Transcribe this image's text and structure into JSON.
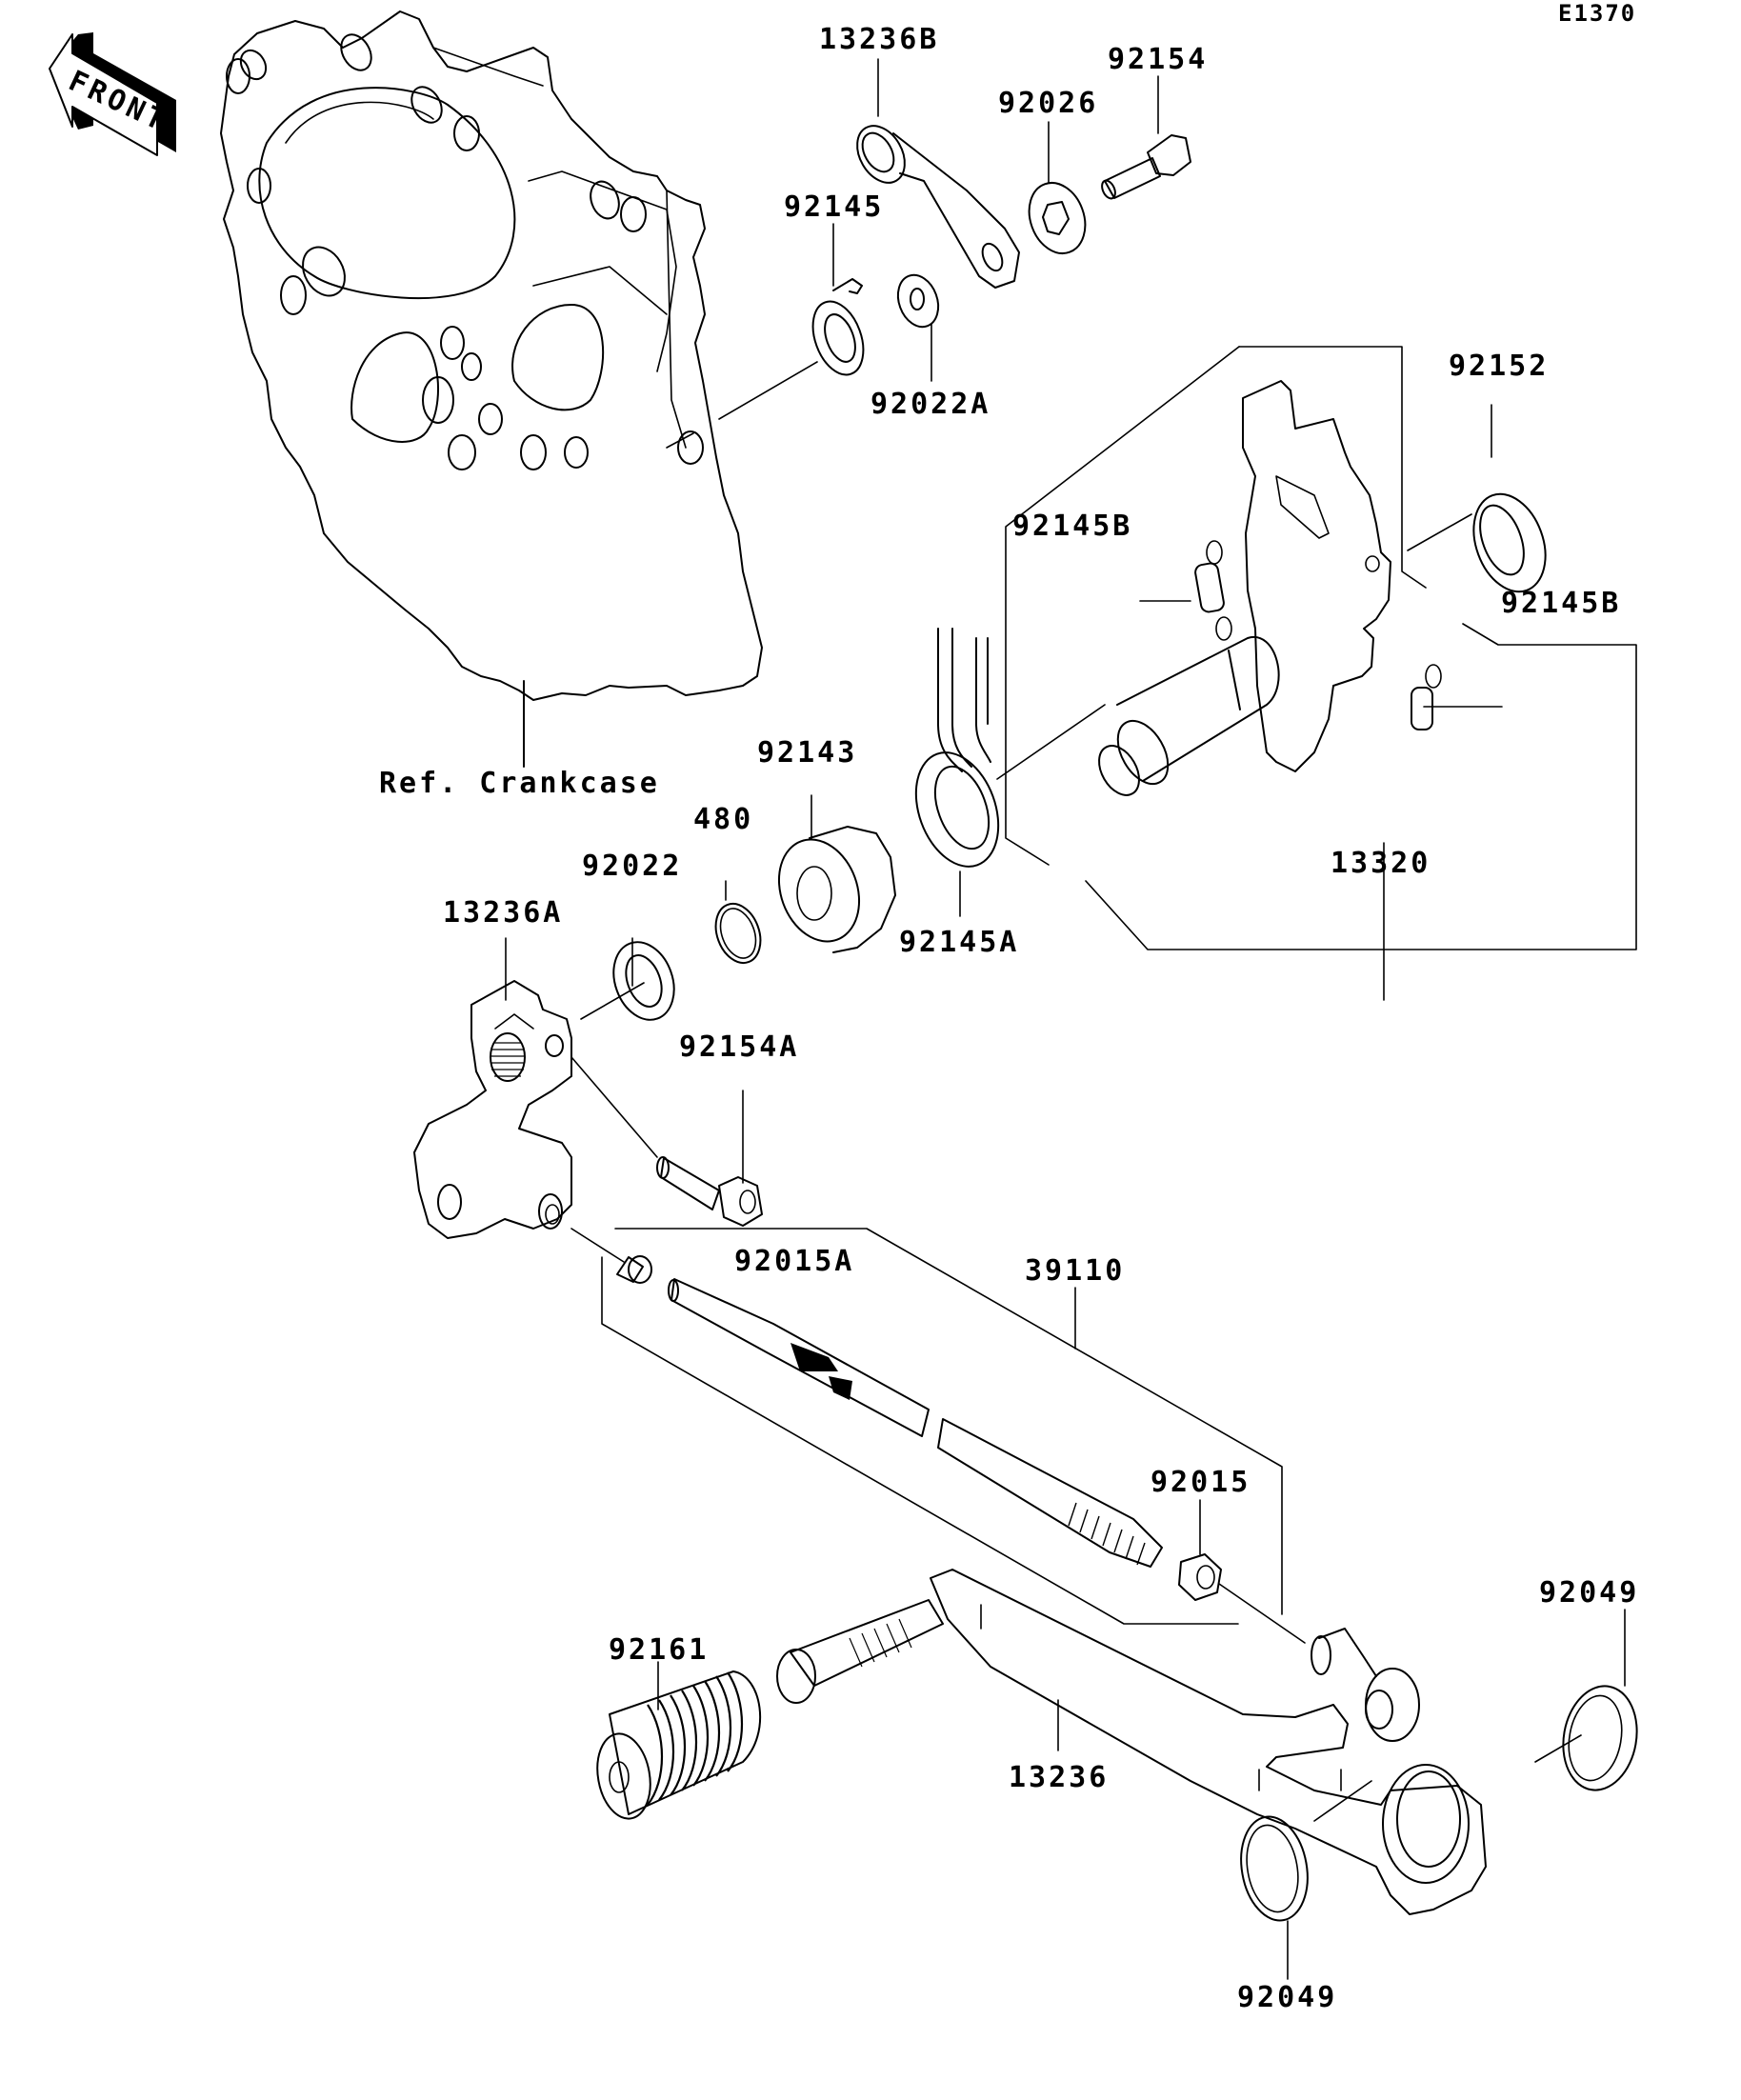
{
  "diagram": {
    "figure_code": "E1370",
    "orientation_indicator": "FRONT",
    "reference_note": "Ref. Crankcase",
    "callouts": [
      {
        "id": "13236B",
        "part": "13236B"
      },
      {
        "id": "92154",
        "part": "92154"
      },
      {
        "id": "92026",
        "part": "92026"
      },
      {
        "id": "92145",
        "part": "92145"
      },
      {
        "id": "92022A",
        "part": "92022A"
      },
      {
        "id": "92152",
        "part": "92152"
      },
      {
        "id": "92145B-left",
        "part": "92145B"
      },
      {
        "id": "92145B-right",
        "part": "92145B"
      },
      {
        "id": "92143",
        "part": "92143"
      },
      {
        "id": "480",
        "part": "480"
      },
      {
        "id": "92022",
        "part": "92022"
      },
      {
        "id": "13236A",
        "part": "13236A"
      },
      {
        "id": "92145A",
        "part": "92145A"
      },
      {
        "id": "13320",
        "part": "13320"
      },
      {
        "id": "92154A",
        "part": "92154A"
      },
      {
        "id": "92015A",
        "part": "92015A"
      },
      {
        "id": "39110",
        "part": "39110"
      },
      {
        "id": "92015",
        "part": "92015"
      },
      {
        "id": "92049-right",
        "part": "92049"
      },
      {
        "id": "92161",
        "part": "92161"
      },
      {
        "id": "13236",
        "part": "13236"
      },
      {
        "id": "92049-bottom",
        "part": "92049"
      }
    ]
  }
}
